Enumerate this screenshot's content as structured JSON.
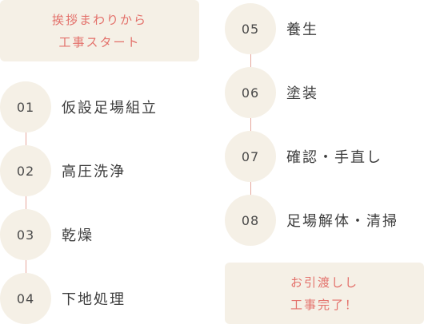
{
  "start_box": {
    "line1": "挨拶まわりから",
    "line2": "工事スタート"
  },
  "end_box": {
    "line1": "お引渡しし",
    "line2": "工事完了！"
  },
  "steps": [
    {
      "number": "01",
      "label": "仮設足場組立"
    },
    {
      "number": "02",
      "label": "高圧洗浄"
    },
    {
      "number": "03",
      "label": "乾燥"
    },
    {
      "number": "04",
      "label": "下地処理"
    },
    {
      "number": "05",
      "label": "養生"
    },
    {
      "number": "06",
      "label": "塗装"
    },
    {
      "number": "07",
      "label": "確認・手直し"
    },
    {
      "number": "08",
      "label": "足場解体・清掃"
    }
  ],
  "colors": {
    "box_bg": "#f5f0e6",
    "accent_text": "#e3706a",
    "connector": "#e6a79c",
    "step_text": "#3c3c3c"
  }
}
